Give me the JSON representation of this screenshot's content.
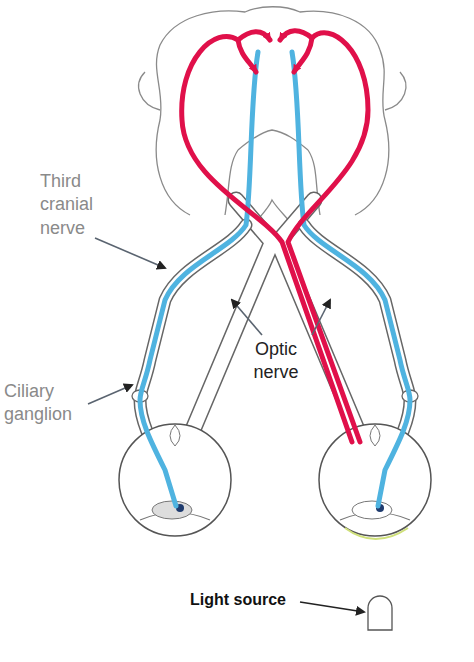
{
  "diagram": {
    "labels": [
      "Third cranial nerve",
      "Ciliary ganglion",
      "Optic nerve",
      "Light source"
    ]
  }
}
